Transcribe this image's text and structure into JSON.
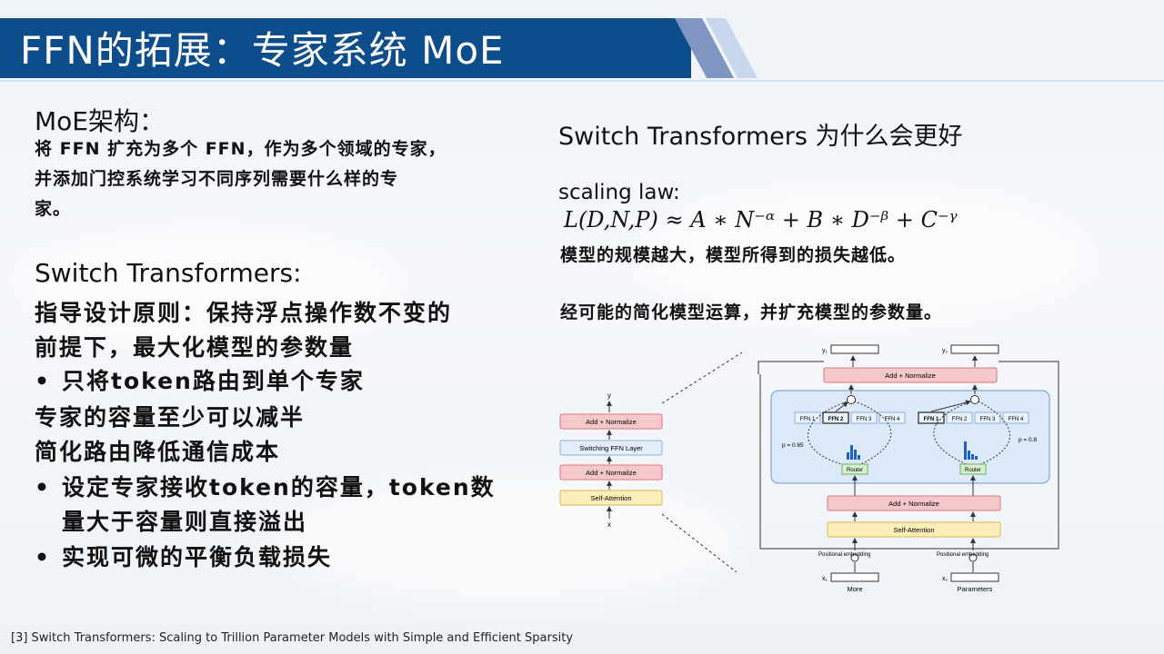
{
  "title": "FFN的拓展：专家系统 MoE",
  "left": {
    "moe_heading": "MoE架构：",
    "moe_lines": [
      "将 FFN 扩充为多个 FFN，作为多个领域的专家，",
      "并添加门控系统学习不同序列需要什么样的专",
      "家。"
    ],
    "switch_heading": "Switch Transformers:",
    "switch_lines": [
      "指导设计原则：保持浮点操作数不变的",
      "前提下，最大化模型的参数量"
    ],
    "bullet1": "只将token路由到单个专家",
    "plain_lines": [
      "专家的容量至少可以减半",
      "简化路由降低通信成本"
    ],
    "bullet2_line1": "设定专家接收token的容量，token数",
    "bullet2_line2": "量大于容量则直接溢出",
    "bullet3": "实现可微的平衡负载损失",
    "bullet_char": "•"
  },
  "right": {
    "heading": "Switch Transformers 为什么会更好",
    "scaling_label": "scaling  law:",
    "formula": "L(D,N,P) ≈ A ∗ N⁻ᵅ + B ∗ D⁻ᵝ + C⁻ᵞ",
    "line1": "模型的规模越大，模型所得到的损失越低。",
    "line2": "经可能的简化模型运算，并扩充模型的参数量。"
  },
  "figure": {
    "left_stack": [
      "Add + Normalize",
      "Switching FFN Layer",
      "Add + Normalize",
      "Self-Attention"
    ],
    "y_label": "y",
    "x_label": "x",
    "y1": "y₁",
    "y2": "y₂",
    "top_add_norm": "Add + Normalize",
    "ffn_left": [
      "FFN 1",
      "FFN 2",
      "FFN 3",
      "FFN 4"
    ],
    "ffn_right": [
      "FFN 1",
      "FFN 2",
      "FFN 3",
      "FFN 4"
    ],
    "router": "Router",
    "p_left": "p = 0.65",
    "p_right": "p = 0.8",
    "mid_add_norm": "Add + Normalize",
    "self_attn": "Self-Attention",
    "pos_emb": "Positional embedding",
    "x1": "x₁",
    "x2": "x₂",
    "word1": "More",
    "word2": "Parameters"
  },
  "footnote": "[3] Switch Transformers: Scaling to Trillion Parameter Models with Simple and Efficient Sparsity"
}
